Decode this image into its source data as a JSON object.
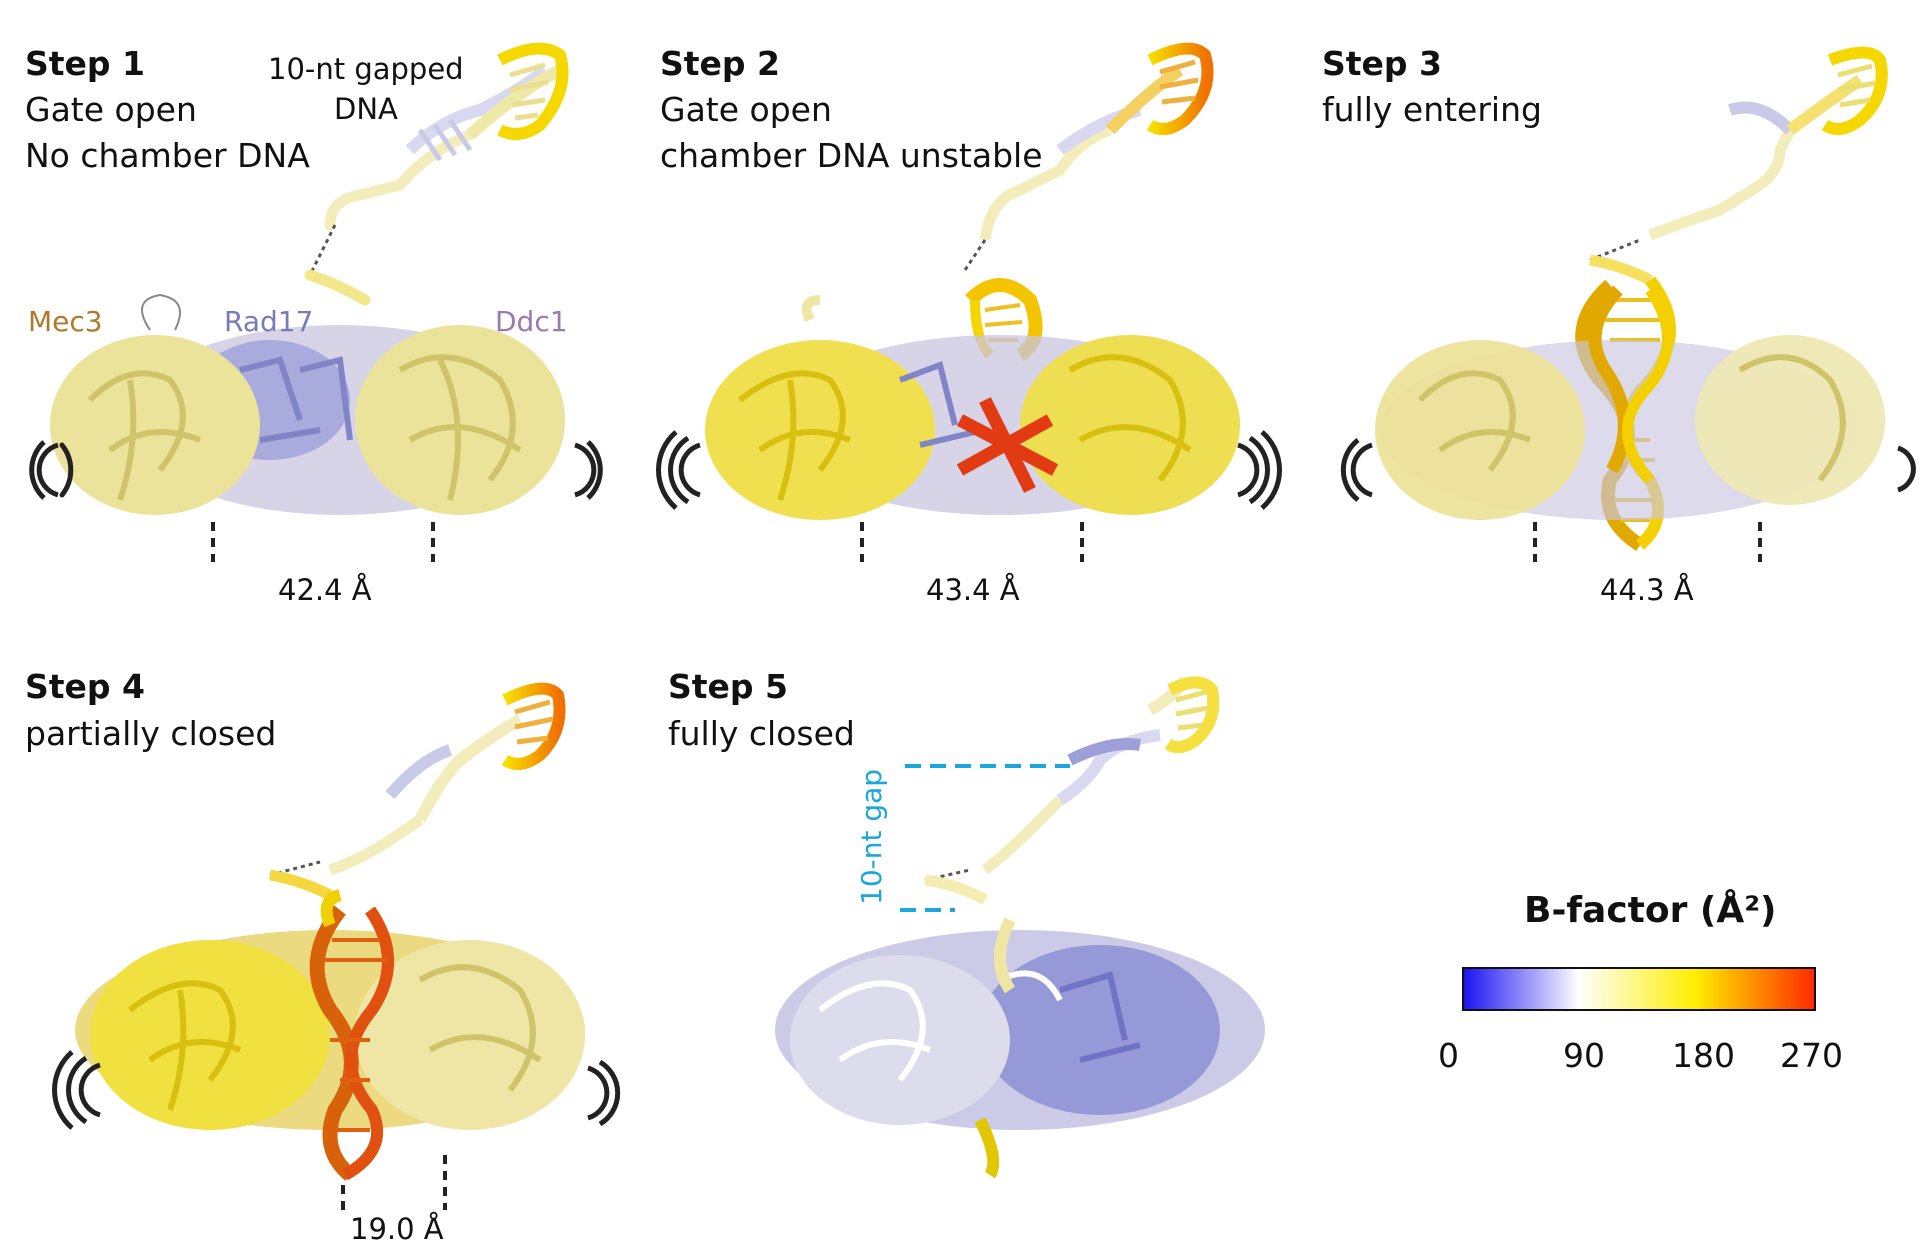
{
  "panels": [
    {
      "title": "Step 1",
      "lines": [
        "Gate open",
        "No chamber DNA"
      ],
      "distance": "42.4 Å"
    },
    {
      "title": "Step 2",
      "lines": [
        "Gate open",
        "chamber DNA unstable"
      ],
      "distance": "43.4 Å"
    },
    {
      "title": "Step 3",
      "lines": [
        "fully entering"
      ],
      "distance": "44.3 Å"
    },
    {
      "title": "Step 4",
      "lines": [
        "partially closed"
      ],
      "distance": "19.0 Å"
    },
    {
      "title": "Step 5",
      "lines": [
        "fully closed"
      ],
      "distance": ""
    }
  ],
  "annotations": {
    "dna_label_line1": "10-nt gapped",
    "dna_label_line2": "DNA",
    "mec3": "Mec3",
    "rad17": "Rad17",
    "ddc1": "Ddc1",
    "gap_label": "10-nt gap"
  },
  "legend": {
    "title": "B-factor (Å²)",
    "ticks": [
      "0",
      "90",
      "180",
      "270"
    ],
    "colors": [
      "#1a12f0",
      "#ffffff",
      "#ffee00",
      "#ff2a00"
    ]
  },
  "colors": {
    "mec3": "#b07a2a",
    "rad17": "#7a7ab8",
    "ddc1": "#9a7ab0",
    "gap": "#1aa7dc",
    "yellow": "#f0e060",
    "pale_yellow": "#efe6a6",
    "lavender": "#9da0d8",
    "orange": "#f08a10",
    "red": "#e23a12"
  }
}
